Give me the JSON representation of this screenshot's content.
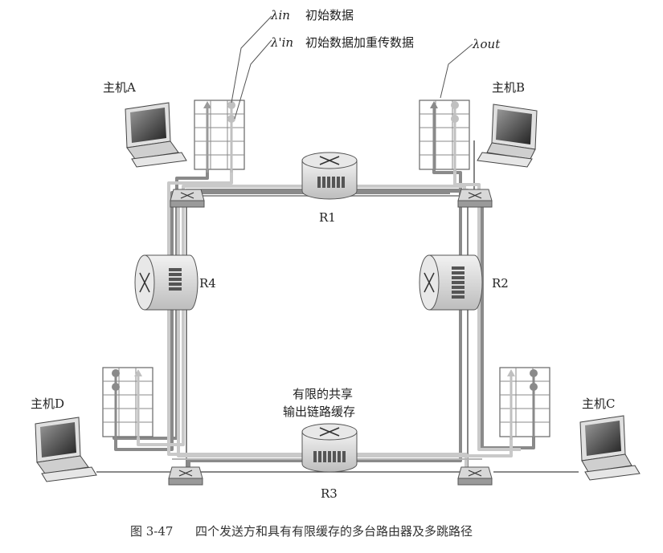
{
  "legend": {
    "lambda_in_symbol": "λin",
    "lambda_in_text": "初始数据",
    "lambda_in_prime_symbol": "λ'in",
    "lambda_in_prime_text": "初始数据加重传数据",
    "lambda_out_symbol": "λout"
  },
  "hosts": {
    "a": "主机A",
    "b": "主机B",
    "c": "主机C",
    "d": "主机D"
  },
  "routers": {
    "r1": "R1",
    "r2": "R2",
    "r3": "R3",
    "r4": "R4"
  },
  "buffer_label": {
    "line1": "有限的共享",
    "line2": "输出链路缓存"
  },
  "caption": {
    "figure_number": "图 3-47",
    "text": "四个发送方和具有有限缓存的多台路由器及多跳路径"
  },
  "colors": {
    "dark_flow": "#8a8a8a",
    "light_flow": "#c9c9c9",
    "frame": "#555555"
  }
}
